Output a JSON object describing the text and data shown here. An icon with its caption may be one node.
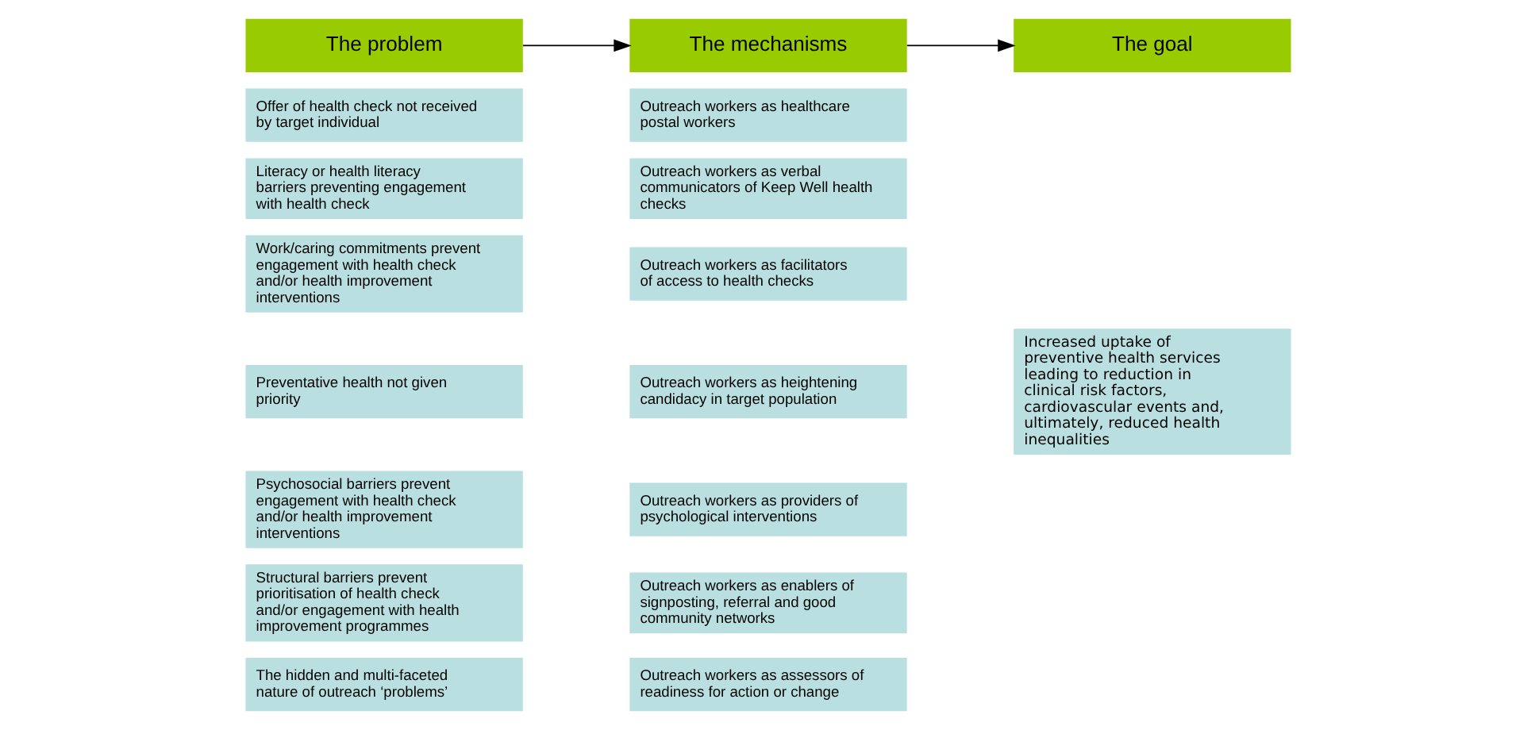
{
  "diagram": {
    "nodes": [
      {
        "text": [
          "The problem"
        ]
      },
      {
        "text": [
          "The mechanisms"
        ]
      },
      {
        "text": [
          "The goal"
        ]
      },
      {
        "text": [
          "Offer of health check not received by target individual"
        ]
      },
      {
        "text": [
          "Literacy or health literacy barriers preventing engagement with health check"
        ]
      },
      {
        "text": [
          "Work/caring commitments prevent engagement with health check and/or health improvement interventions"
        ]
      },
      {
        "text": [
          "Preventative health not given priority"
        ]
      },
      {
        "text": [
          "Psychosocial barriers prevent engagement with health check and/or health improvement interventions"
        ]
      },
      {
        "text": [
          "Structural barriers prevent prioritisation of health check and/or engagement with health improvement programmes"
        ]
      },
      {
        "text": [
          "The hidden and multi-faceted nature of outreach ‘problems’"
        ]
      },
      {
        "text": [
          "Outreach workers as healthcare postal workers"
        ]
      },
      {
        "text": [
          "Outreach workers as verbal communicators of Keep Well health checks"
        ]
      },
      {
        "text": [
          "Outreach workers as facilitators of access to health checks"
        ]
      },
      {
        "text": [
          "Outreach workers as heightening candidacy in target population"
        ]
      },
      {
        "text": [
          "Outreach workers as providers of psychological interventions"
        ]
      },
      {
        "text": [
          "Outreach workers as enablers of signposting, referral and good community networks"
        ]
      },
      {
        "text": [
          "Outreach workers as assessors of readiness for action or change"
        ]
      },
      {
        "text": [
          "Increased uptake of preventive health services leading to reduction in clinical risk factors, cardiovascular events and, ultimately, reduced health inequalities"
        ]
      }
    ],
    "edges": [
      {
        "from": 0,
        "to": 1,
        "arrow": "to"
      },
      {
        "from": 1,
        "to": 2,
        "arrow": "to"
      }
    ]
  }
}
